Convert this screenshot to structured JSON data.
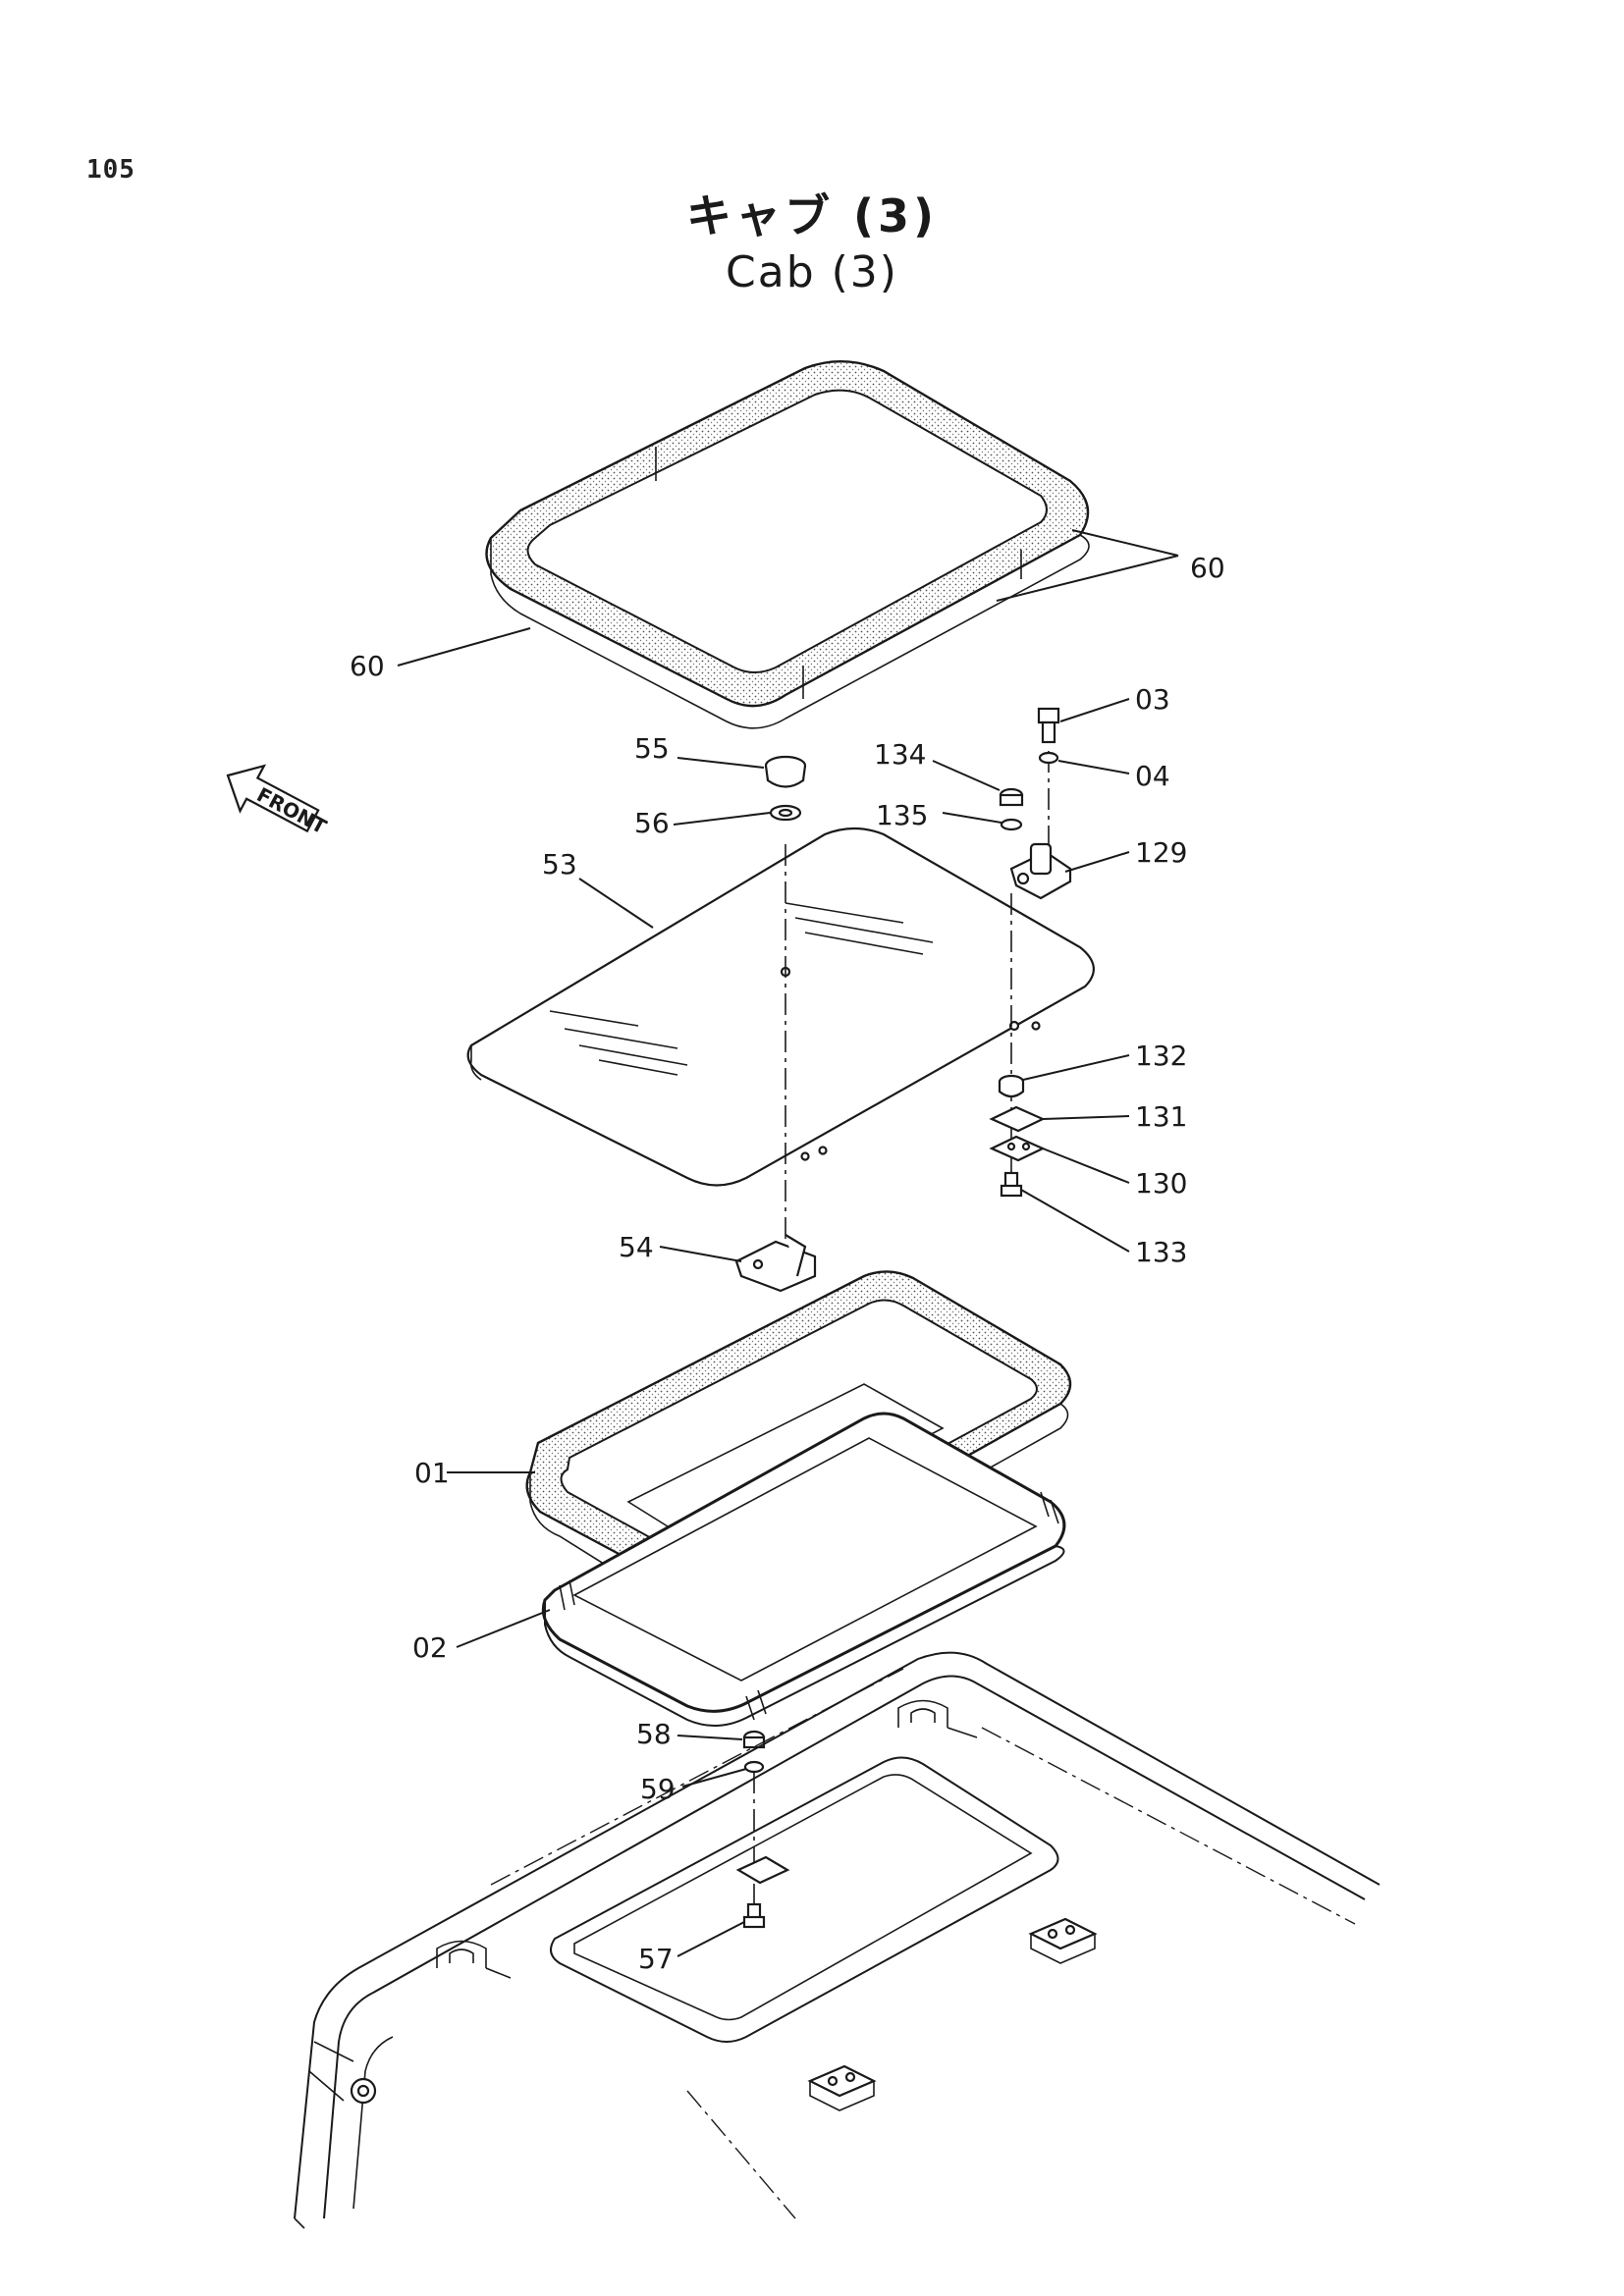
{
  "page_number": "105",
  "title_jp": "キャブ (3)",
  "title_en": "Cab (3)",
  "front_label": "FRONT",
  "callouts": [
    {
      "id": "c60a",
      "text": "60"
    },
    {
      "id": "c60b",
      "text": "60"
    },
    {
      "id": "c03",
      "text": "03"
    },
    {
      "id": "c04",
      "text": "04"
    },
    {
      "id": "c55",
      "text": "55"
    },
    {
      "id": "c134",
      "text": "134"
    },
    {
      "id": "c56",
      "text": "56"
    },
    {
      "id": "c135",
      "text": "135"
    },
    {
      "id": "c129",
      "text": "129"
    },
    {
      "id": "c53",
      "text": "53"
    },
    {
      "id": "c132",
      "text": "132"
    },
    {
      "id": "c131",
      "text": "131"
    },
    {
      "id": "c130",
      "text": "130"
    },
    {
      "id": "c133",
      "text": "133"
    },
    {
      "id": "c54",
      "text": "54"
    },
    {
      "id": "c01",
      "text": "01"
    },
    {
      "id": "c02",
      "text": "02"
    },
    {
      "id": "c58",
      "text": "58"
    },
    {
      "id": "c59",
      "text": "59"
    },
    {
      "id": "c57",
      "text": "57"
    }
  ]
}
